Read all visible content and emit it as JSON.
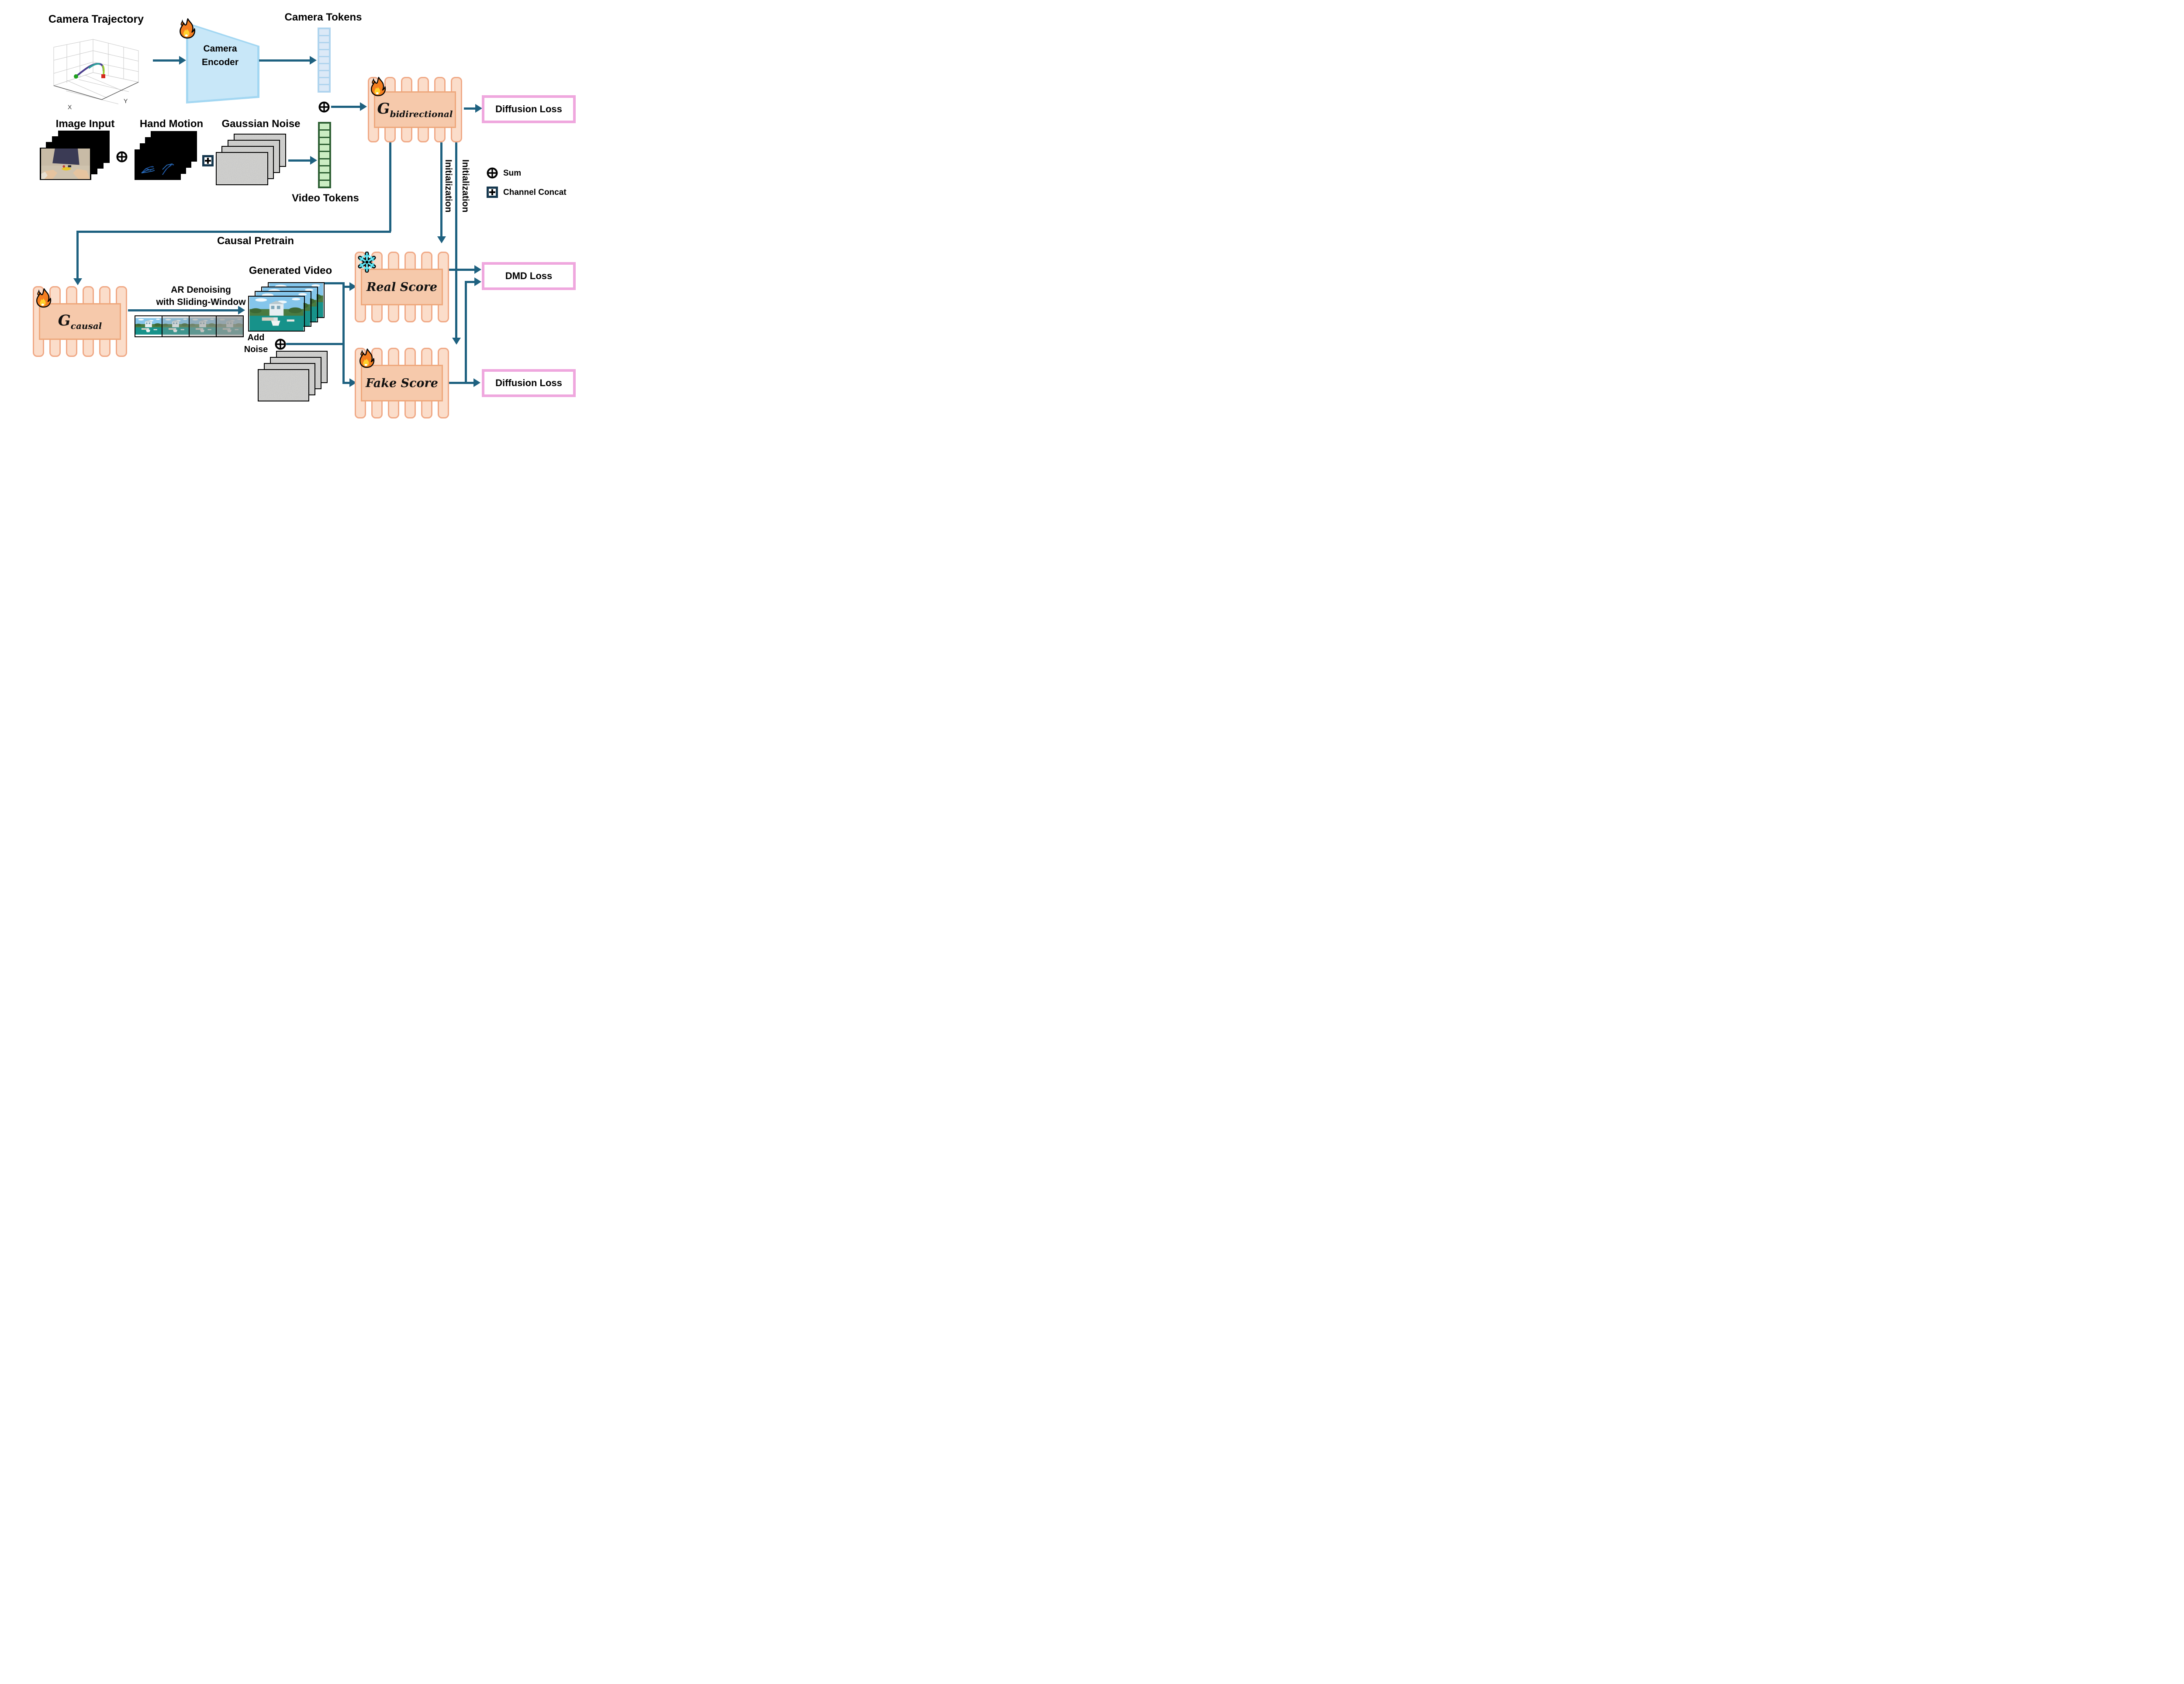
{
  "top_row": {
    "camera_trajectory_label": "Camera Trajectory",
    "plot_axis_x": "X",
    "plot_axis_y": "Y",
    "camera_encoder_line1": "Camera",
    "camera_encoder_line2": "Encoder",
    "camera_tokens_label": "Camera Tokens"
  },
  "inputs_row": {
    "image_input_label": "Image Input",
    "hand_motion_label": "Hand Motion",
    "gaussian_noise_label": "Gaussian Noise",
    "video_tokens_label": "Video Tokens"
  },
  "generators": {
    "g_bidirectional_base": "G",
    "g_bidirectional_sub": "bidirectional",
    "g_causal_base": "G",
    "g_causal_sub": "causal",
    "real_score_label": "Real Score",
    "fake_score_label": "Fake Score"
  },
  "losses": {
    "diffusion_loss_top": "Diffusion Loss",
    "dmd_loss": "DMD Loss",
    "diffusion_loss_bottom": "Diffusion Loss"
  },
  "flow_labels": {
    "initialization_1": "Initialization",
    "initialization_2": "Initialization",
    "causal_pretrain": "Causal Pretrain",
    "ar_denoising_line1": "AR Denoising",
    "ar_denoising_line2": "with Sliding-Window",
    "add_noise_line1": "Add",
    "add_noise_line2": "Noise",
    "generated_video_label": "Generated Video"
  },
  "legend": {
    "sum_label": "Sum",
    "channel_concat_label": "Channel Concat"
  },
  "icons": {
    "trainable": "fire-icon",
    "frozen": "snowflake-icon",
    "sum": "circled-plus-icon",
    "channel_concat": "boxed-plus-icon"
  },
  "tokens": {
    "camera_token_count": 9,
    "video_token_count": 9
  },
  "colors": {
    "arrow": "#1E6180",
    "peach_fill": "#FBDDCA",
    "peach_border": "#F0A986",
    "rect_fill": "#F6C9AB",
    "rect_border": "#EEA87C",
    "pink_border": "#EFA7DE",
    "encoder_fill": "#C8E7F8",
    "camera_token_cell": "#DCE9F7",
    "video_token_outer": "#2D5F33",
    "video_token_cell": "#CBEDC3"
  }
}
